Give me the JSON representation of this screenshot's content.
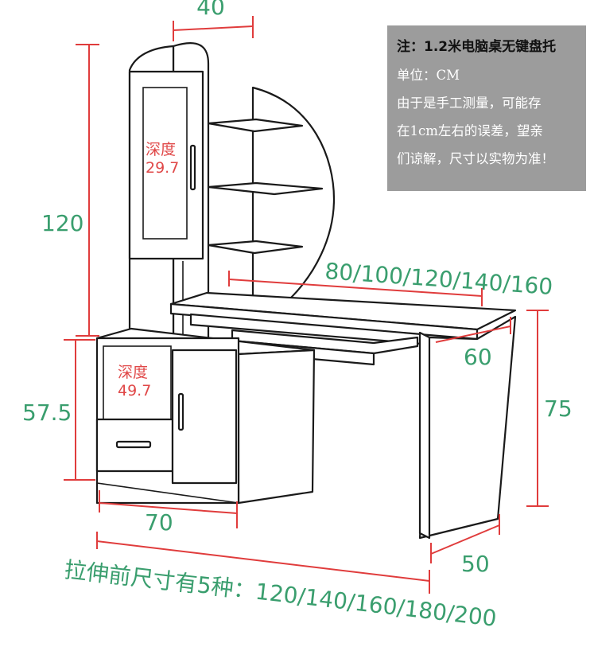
{
  "note": {
    "title": "注：1.2米电脑桌无键盘托",
    "lines": [
      "单位：CM",
      "由于是手工测量，可能存",
      "在1cm左右的误差，望亲",
      "们谅解，尺寸以实物为准！"
    ]
  },
  "dimensions": {
    "top_width": "40",
    "total_height": "120",
    "desk_length": "80/100/120/140/160",
    "desk_depth": "60",
    "cabinet_height": "57.5",
    "desk_height": "75",
    "cabinet_width": "70",
    "leg_depth": "50",
    "extended_sizes": "拉伸前尺寸有5种：120/140/160/180/200"
  },
  "depth_labels": {
    "upper_label": "深度",
    "upper_value": "29.7",
    "lower_label": "深度",
    "lower_value": "49.7"
  },
  "colors": {
    "dimension": "#3a9e6e",
    "depth": "#e04848",
    "arrow": "#e03c3c",
    "note_bg": "#9c9c9c"
  }
}
